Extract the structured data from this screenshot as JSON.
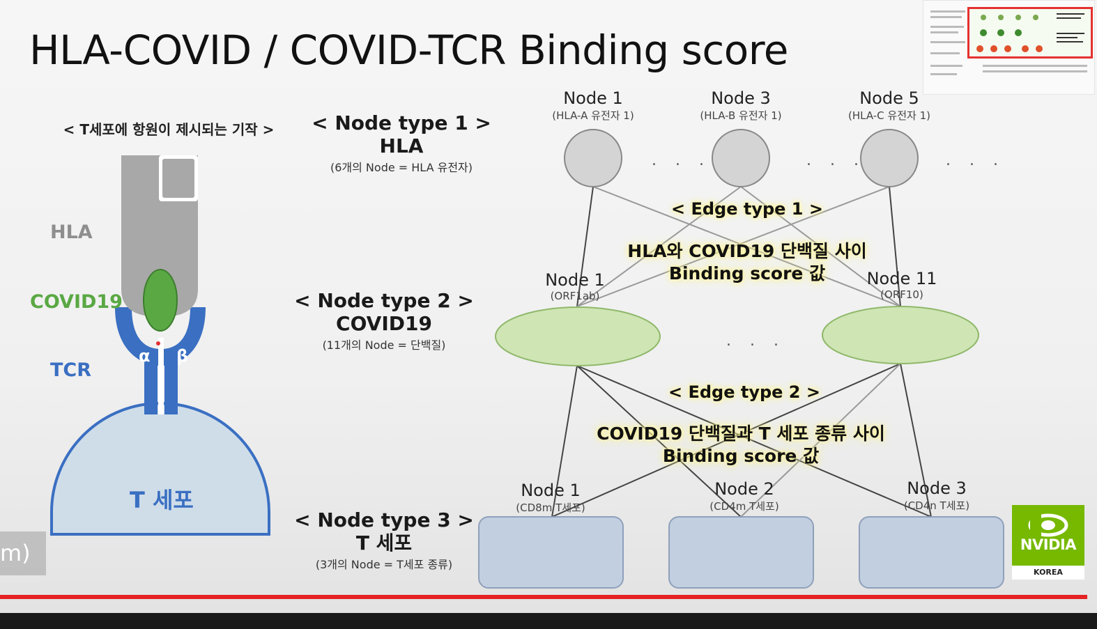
{
  "slide": {
    "title": "HLA-COVID / COVID-TCR Binding score",
    "mechanism": {
      "title": "< T세포에 항원이 제시되는 기작 >",
      "label_hla": "HLA",
      "label_covid": "COVID19",
      "label_tcr": "TCR",
      "alpha": "α",
      "beta": "β",
      "cell_label": "T 세포",
      "colors": {
        "hla": "#a8a8a8",
        "covid": "#5aa844",
        "tcr": "#3a6fc2",
        "cell": "#cfdde9"
      }
    },
    "node_types": [
      {
        "heading": "< Node type 1 >",
        "name": "HLA",
        "desc": "(6개의 Node = HLA 유전자)"
      },
      {
        "heading": "< Node type 2 >",
        "name": "COVID19",
        "desc": "(11개의 Node = 단백질)"
      },
      {
        "heading": "< Node type 3 >",
        "name": "T 세포",
        "desc": "(3개의 Node = T세포 종류)"
      }
    ],
    "hla_nodes": [
      {
        "name": "Node 1",
        "sub": "(HLA-A 유전자 1)"
      },
      {
        "name": "Node 3",
        "sub": "(HLA-B 유전자 1)"
      },
      {
        "name": "Node 5",
        "sub": "(HLA-C 유전자 1)"
      }
    ],
    "covid_nodes": [
      {
        "name": "Node 1",
        "sub": "(ORF1ab)"
      },
      {
        "name": "Node 11",
        "sub": "(ORF10)"
      }
    ],
    "tcell_nodes": [
      {
        "name": "Node 1",
        "sub": "(CD8m T세포)"
      },
      {
        "name": "Node 2",
        "sub": "(CD4m T세포)"
      },
      {
        "name": "Node 3",
        "sub": "(CD4n T세포)"
      }
    ],
    "edges": [
      {
        "title": "< Edge type 1 >",
        "line1": "HLA와 COVID19 단백질 사이",
        "line2": "Binding score 값"
      },
      {
        "title": "< Edge type 2 >",
        "line1": "COVID19 단백질과 T 세포 종류 사이",
        "line2": "Binding score 값"
      }
    ],
    "ellipsis": ". . .",
    "colors": {
      "hla_node": "#d4d4d4",
      "covid_node": "#cfe5b4",
      "tcell_node": "#c2cfe0",
      "highlight": "#fff27a"
    }
  },
  "overlay": {
    "partial_text": "m)",
    "logo": {
      "brand": "NVIDIA",
      "region": "KOREA",
      "color": "#76b900"
    }
  },
  "player": {
    "progress_color": "#e52222"
  }
}
